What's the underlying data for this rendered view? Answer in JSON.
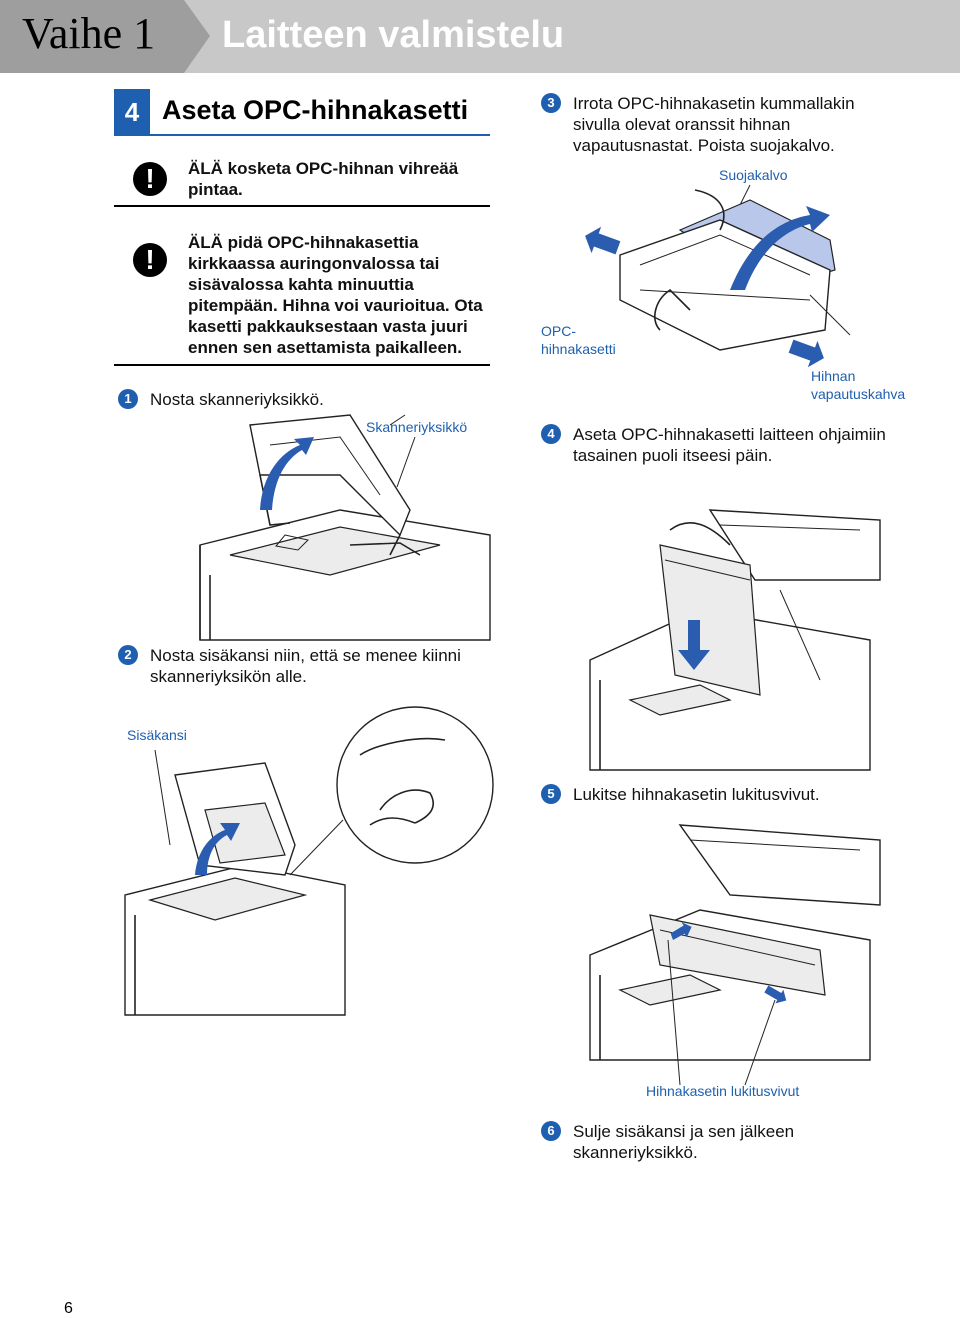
{
  "header": {
    "step": "Vaihe 1",
    "title": "Laitteen valmistelu"
  },
  "section": {
    "number": "4",
    "title": "Aseta OPC-hihnakasetti"
  },
  "warnings": [
    {
      "text": "ÄLÄ kosketa OPC-hihnan vihreää pintaa."
    },
    {
      "text": "ÄLÄ pidä OPC-hihnakasettia kirkkaassa auringonvalossa tai sisävalossa kahta minuuttia pitempään. Hihna voi vaurioitua. Ota kasetti pakkauksestaan vasta juuri ennen sen asettamista paikalleen."
    }
  ],
  "steps": [
    {
      "num": "1",
      "text": "Nosta skanneriyksikkö."
    },
    {
      "num": "2",
      "text": "Nosta sisäkansi niin, että se menee kiinni skanneriyksikön alle."
    },
    {
      "num": "3",
      "text": "Irrota OPC-hihnakasetin kummallakin sivulla olevat oranssit hihnan vapautusnastat. Poista suojakalvo."
    },
    {
      "num": "4",
      "text": "Aseta OPC-hihnakasetti laitteen ohjaimiin tasainen puoli itseesi päin."
    },
    {
      "num": "5",
      "text": "Lukitse hihnakasetin lukitusvivut."
    },
    {
      "num": "6",
      "text": "Sulje sisäkansi ja sen jälkeen skanneriyksikkö."
    }
  ],
  "callouts": {
    "scanner": "Skanneriyksikkö",
    "inner_cover": "Sisäkansi",
    "protective_film": "Suojakalvo",
    "opc_cartridge": "OPC-hihnakasetti",
    "belt_release": "Hihnan vapautuskahva",
    "lock_levers": "Hihnakasetin lukitusvivut"
  },
  "page_number": "6",
  "icons": {
    "warning": "exclamation-icon"
  },
  "colors": {
    "accent": "#1f5fb0",
    "header_bg": "#c8c8c8",
    "header_tab": "#9e9e9e"
  }
}
